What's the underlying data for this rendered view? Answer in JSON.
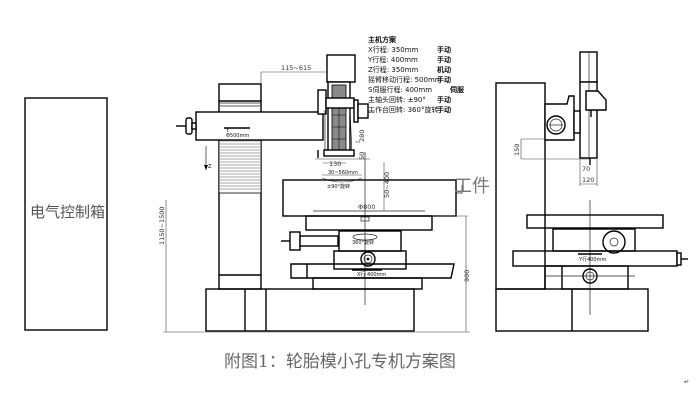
{
  "drawing": {
    "caption": "附图1：轮胎模小孔专机方案图",
    "control_box_label": "电气控制箱",
    "workpiece_label": "工件",
    "paragraph_mark": "↵"
  },
  "specs": {
    "title": "主机方案",
    "rows": [
      {
        "label": "X行程: 350mm",
        "mode": "手动"
      },
      {
        "label": "Y行程: 400mm",
        "mode": "手动"
      },
      {
        "label": "Z行程: 350mm",
        "mode": "机动"
      },
      {
        "label": "摇臂移动行程: 500mm",
        "mode": "手动"
      },
      {
        "label": "S伺服行程: 400mm",
        "mode": "伺服"
      },
      {
        "label": "主轴头回转: ±90°",
        "mode": "手动"
      },
      {
        "label": "工作台回转: 360°旋转",
        "mode": "手动"
      }
    ]
  },
  "dimensions": {
    "arm_reach": "115~615",
    "arm_travel": "Y\n500mm",
    "column_travel": "Z",
    "overall_height": "1150~1500",
    "table_height": "900",
    "spindle_280": "280",
    "spindle_50": "50",
    "spindle_130": "130",
    "spindle_range": "30~560mm",
    "head_rotation": "±90°旋转",
    "work_clearance": "50~400",
    "table_dia": "Φ800",
    "table_rotation": "360°旋转",
    "x_travel": "X行\n400mm",
    "y_travel_side": "Y行400mm",
    "side_150": "150",
    "side_70": "70",
    "side_120": "120"
  }
}
